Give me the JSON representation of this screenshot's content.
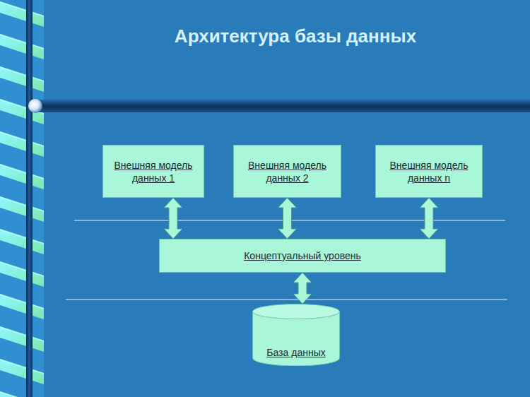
{
  "diagram": {
    "title": "Архитектура базы данных",
    "nodes": [
      {
        "text": [
          "Внешняя модель данных 1"
        ]
      },
      {
        "text": [
          "Внешняя модель данных 2"
        ]
      },
      {
        "text": [
          "Внешняя модель данных n"
        ]
      },
      {
        "text": [
          "Концептуальный уровень"
        ]
      },
      {
        "text": [
          "База данных"
        ]
      }
    ],
    "edges": [
      {
        "from": 0,
        "to": 3,
        "arrow": "both"
      },
      {
        "from": 1,
        "to": 3,
        "arrow": "both"
      },
      {
        "from": 2,
        "to": 3,
        "arrow": "both"
      },
      {
        "from": 3,
        "to": 4,
        "arrow": "both"
      }
    ]
  }
}
